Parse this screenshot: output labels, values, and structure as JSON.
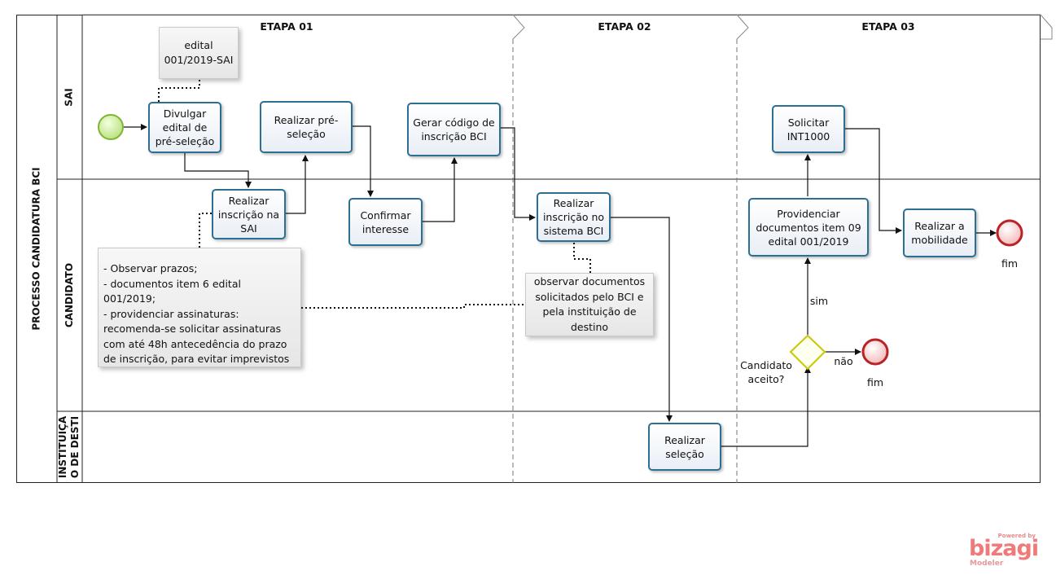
{
  "pool": {
    "title": "PROCESSO CANDIDATURA BCI"
  },
  "lanes": [
    {
      "label": "SAI"
    },
    {
      "label": "CANDIDATO"
    },
    {
      "label": "INSTITUIÇA\nO DE DESTI"
    }
  ],
  "phases": [
    "ETAPA 01",
    "ETAPA 02",
    "ETAPA 03"
  ],
  "tasks": {
    "divulgar": "Divulgar edital de pré-seleção",
    "pre_selecao": "Realizar pré-seleção",
    "gerar_codigo": "Gerar código de inscrição BCI",
    "solicitar": "Solicitar INT1000",
    "inscricao_sai": "Realizar inscrição na SAI",
    "confirmar": "Confirmar interesse",
    "inscricao_bci": "Realizar inscrição no sistema BCI",
    "providenciar": "Providenciar documentos item 09 edital 001/2019",
    "mobilidade": "Realizar a mobilidade",
    "selecao": "Realizar seleção"
  },
  "notes": {
    "edital": "edital\n001/2019-SAI",
    "candidato": "- Observar prazos;\n- documentos item 6 edital 001/2019;\n- providenciar assinaturas:\nrecomenda-se solicitar assinaturas\ncom até 48h antecedência do prazo\nde inscrição, para evitar imprevistos",
    "bci": "observar documentos\nsolicitados pelo BCI e\npela instituição de\ndestino"
  },
  "gateway": {
    "question": "Candidato\naceito?",
    "yes": "sim",
    "no": "não"
  },
  "end_events": {
    "end1": "fim",
    "end2": "fim"
  },
  "watermark": {
    "top": "Powered by",
    "brand": "bizagi",
    "product": "Modeler"
  },
  "colors": {
    "task_border": "#2d6f93",
    "start": "#8cc63f",
    "end": "#c0272d",
    "gateway": "#c8c800"
  }
}
